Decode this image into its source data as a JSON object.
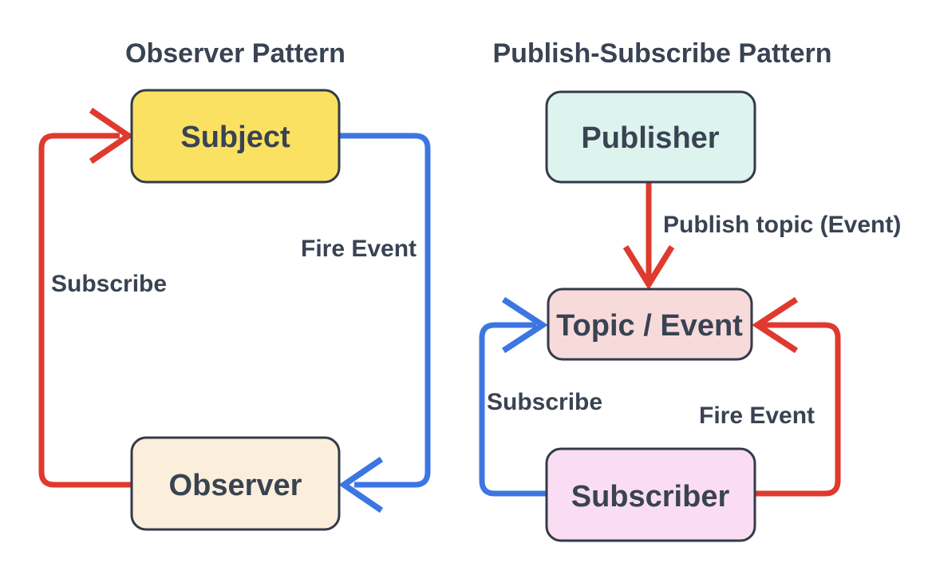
{
  "colors": {
    "background": "#FFFFFF",
    "ink": "#394352",
    "node_border": "#333B49",
    "red": "#DE3A2D",
    "blue": "#3D76E2",
    "subject_fill": "#FBE162",
    "observer_fill": "#FBEFDB",
    "publisher_fill": "#DDF3EE",
    "topic_fill": "#F7DADA",
    "subscriber_fill": "#FADDF3"
  },
  "observer_pattern": {
    "title": "Observer Pattern",
    "nodes": {
      "subject": "Subject",
      "observer": "Observer"
    },
    "edges": {
      "subscribe": "Subscribe",
      "fire_event": "Fire Event"
    }
  },
  "pubsub_pattern": {
    "title": "Publish-Subscribe Pattern",
    "nodes": {
      "publisher": "Publisher",
      "topic": "Topic / Event",
      "subscriber": "Subscriber"
    },
    "edges": {
      "publish_topic": "Publish topic (Event)",
      "subscribe": "Subscribe",
      "fire_event": "Fire Event"
    }
  }
}
